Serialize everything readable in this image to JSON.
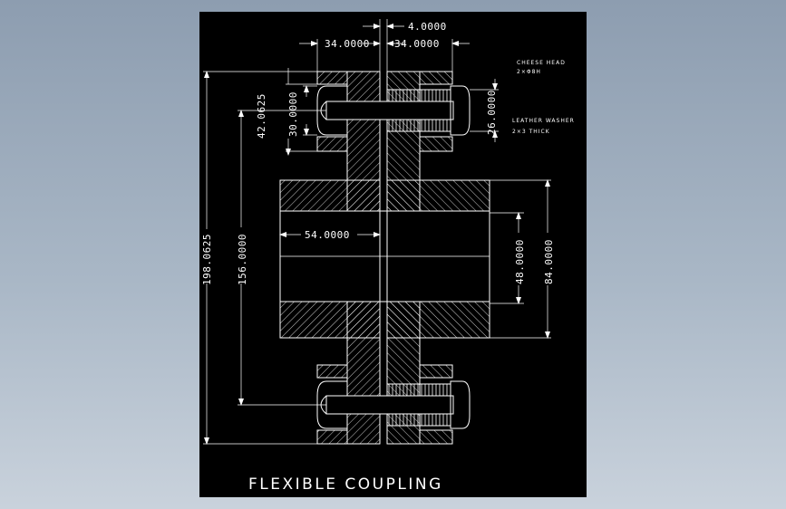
{
  "drawing": {
    "title": "FLEXIBLE COUPLING",
    "notes": {
      "bolt_line1": "CHEESE HEAD",
      "bolt_line2": "2×Φ8H",
      "washer_line1": "LEATHER WASHER",
      "washer_line2": "2×3 THICK"
    },
    "dimensions": {
      "gap": "4.0000",
      "flange_left": "34.0000",
      "flange_right": "34.0000",
      "bolt_offset": "42.0625",
      "bolt_head": "30.0000",
      "washer": "26.0000",
      "overall": "198.0625",
      "pcd": "156.0000",
      "hub_length": "54.0000",
      "bore": "48.0000",
      "hub_dia": "84.0000"
    }
  },
  "colors": {
    "sheet_background": "#000000",
    "line_color": "#ffffff",
    "window_background": "#a9b7c6"
  }
}
